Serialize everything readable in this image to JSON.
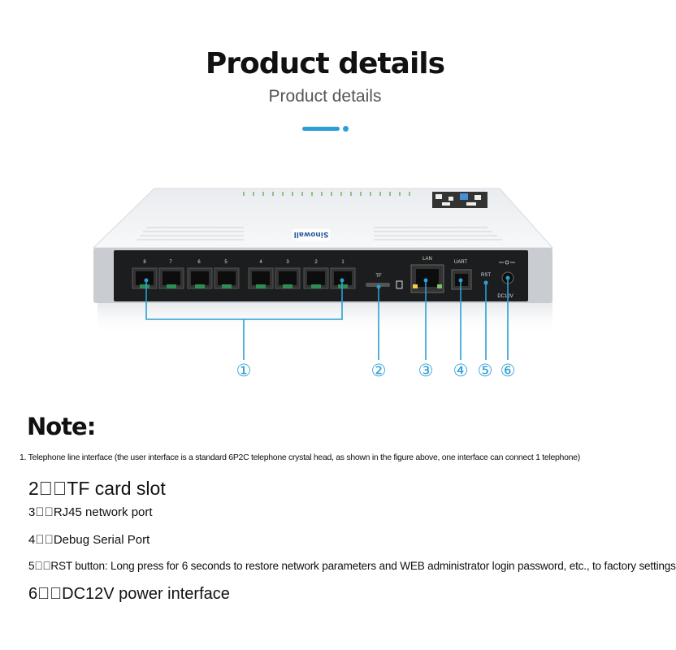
{
  "header": {
    "title": "Product details",
    "subtitle": "Product details",
    "accent_color": "#2a9fd6"
  },
  "device": {
    "brand_label": "Sinowall",
    "port_numbers": [
      "8",
      "7",
      "6",
      "5",
      "4",
      "3",
      "2",
      "1"
    ],
    "tf_label": "TF",
    "lan_label": "LAN",
    "uart_label": "UART",
    "rst_label": "RST",
    "dc_label": "DC12V",
    "callouts": [
      "①",
      "②",
      "③",
      "④",
      "⑤",
      "⑥"
    ]
  },
  "notes": {
    "title": "Note:",
    "items": [
      "1. Telephone line interface (the user interface is a standard 6P2C telephone crystal head, as shown in the figure above, one interface can connect 1 telephone)",
      "2\u0000\u0000TF card slot",
      "3\u0000\u0000RJ45 network port",
      "4\u0000\u0000Debug Serial Port",
      "5\u0000\u0000RST button: Long press for 6 seconds to restore network parameters and WEB administrator login password, etc., to factory settings",
      "6\u0000\u0000DC12V power interface"
    ]
  }
}
